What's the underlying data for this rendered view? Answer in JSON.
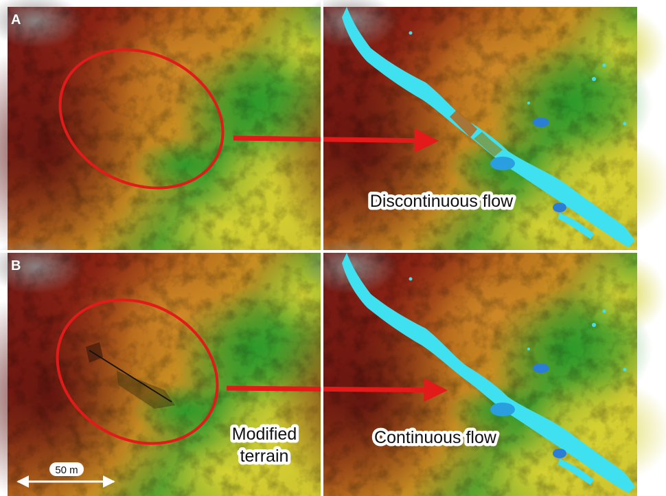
{
  "panels": [
    {
      "letter": "A",
      "caption": "Discontinuous flow"
    },
    {
      "letter": "B",
      "caption": "Continuous flow",
      "annotation_line1": "Modified",
      "annotation_line2": "terrain"
    }
  ],
  "scale_bar": {
    "label": "50 m"
  },
  "colors": {
    "ellipse": "#e21a1a",
    "arrow": "#e21a1a",
    "flow": "#3fe0f0",
    "flow_deep": "#2a7fd4",
    "elevation_high": "#6e1414",
    "elevation_mid": "#c87a1e",
    "elevation_low": "#2e9a2a",
    "elevation_lower": "#c9c42a"
  }
}
